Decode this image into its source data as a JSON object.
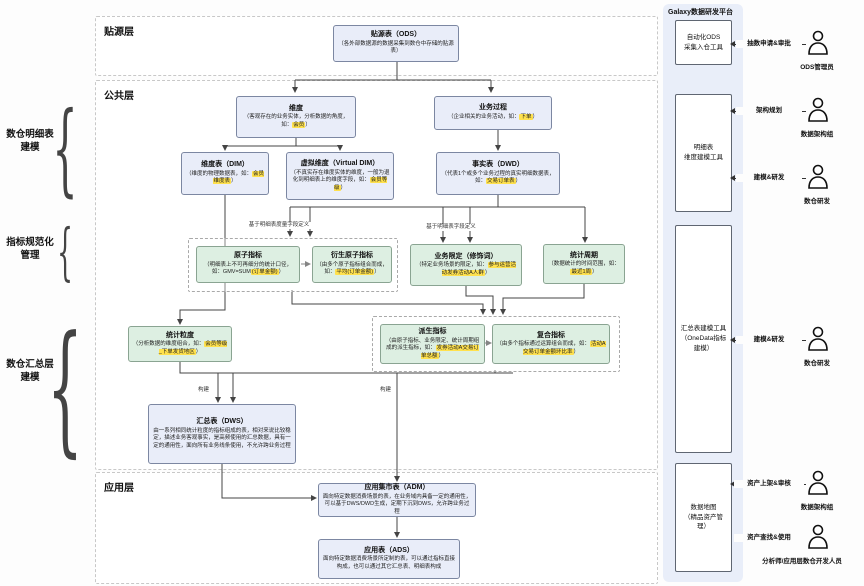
{
  "layers": {
    "tie": "贴源层",
    "common": "公共层",
    "app": "应用层"
  },
  "rail": {
    "groups": [
      {
        "label": "数仓明细表\n建模"
      },
      {
        "label": "指标规范化\n管理"
      },
      {
        "label": "数仓汇总层\n建模"
      }
    ]
  },
  "nodes": {
    "ods": {
      "title": "贴源表（ODS）",
      "desc": [
        {
          "t": "（各外部数据源的数据采集到数仓中存储的贴源表）",
          "h": false
        }
      ]
    },
    "dim": {
      "title": "维度",
      "desc": [
        {
          "t": "（客观存在的业务实体，分析数据的角度，如：",
          "h": false
        },
        {
          "t": "会员",
          "h": true
        },
        {
          "t": "）",
          "h": false
        }
      ]
    },
    "process": {
      "title": "业务过程",
      "desc": [
        {
          "t": "（企业相关的业务活动，如：",
          "h": false
        },
        {
          "t": "下单",
          "h": true
        },
        {
          "t": "）",
          "h": false
        }
      ]
    },
    "dim_table": {
      "title": "维度表（DIM）",
      "desc": [
        {
          "t": "（维度的物理数据表，如：",
          "h": false
        },
        {
          "t": "会员维度表",
          "h": true
        },
        {
          "t": "）",
          "h": false
        }
      ]
    },
    "virtual_dim": {
      "title": "虚拟维度（Virtual DIM）",
      "desc": [
        {
          "t": "（不真实存在维度实体的维度，一般为退化到明细表上的维度字段，如：",
          "h": false
        },
        {
          "t": "会员等级",
          "h": true
        },
        {
          "t": "）",
          "h": false
        }
      ]
    },
    "fact": {
      "title": "事实表（DWD）",
      "desc": [
        {
          "t": "（代表1个或多个业务过程的真实明细数据表，如：",
          "h": false
        },
        {
          "t": "交易订单表",
          "h": true
        },
        {
          "t": "）",
          "h": false
        }
      ]
    },
    "atomic": {
      "title": "原子指标",
      "desc": [
        {
          "t": "（明细表上不可再细分的统计口径，如：GMV=SUM",
          "h": false
        },
        {
          "t": "(订单金额)",
          "h": true
        },
        {
          "t": "）",
          "h": false
        }
      ]
    },
    "derived_atomic": {
      "title": "衍生原子指标",
      "desc": [
        {
          "t": "（由多个原子指标组合而成，如：",
          "h": false
        },
        {
          "t": "平均(订单金额)",
          "h": true
        },
        {
          "t": "）",
          "h": false
        }
      ]
    },
    "biz_limit": {
      "title": "业务限定（修饰词）",
      "desc": [
        {
          "t": "（特定业务场景的限定，如：",
          "h": false
        },
        {
          "t": "参与运营活动发券活动A人群",
          "h": true
        },
        {
          "t": "）",
          "h": false
        }
      ]
    },
    "stat_period": {
      "title": "统计周期",
      "desc": [
        {
          "t": "（数据统计的时间范围，如：",
          "h": false
        },
        {
          "t": "最近1周",
          "h": true
        },
        {
          "t": "）",
          "h": false
        }
      ]
    },
    "stat_grain": {
      "title": "统计粒度",
      "desc": [
        {
          "t": "（分析数据的维度组合，如：",
          "h": false
        },
        {
          "t": "会员等级_下单发货地区",
          "h": true
        },
        {
          "t": "）",
          "h": false
        }
      ]
    },
    "derived": {
      "title": "派生指标",
      "desc": [
        {
          "t": "（由原子指标、业务限定、统计周期组成的派生指标，如：",
          "h": false
        },
        {
          "t": "发券活动A交易订单总额",
          "h": true
        },
        {
          "t": "）",
          "h": false
        }
      ]
    },
    "composite": {
      "title": "复合指标",
      "desc": [
        {
          "t": "（由多个指标通过运算组合而成，如：",
          "h": false
        },
        {
          "t": "活动A交易订单金额环比率",
          "h": true
        },
        {
          "t": "）",
          "h": false
        }
      ]
    },
    "dws": {
      "title": "汇总表（DWS）",
      "desc": [
        {
          "t": "由一系列相同统计粒度的指标组成的表，相对来说比较稳定，描述业务客观事实，是高频使用的汇总数据，具有一定的通用性，面向所有业务线条使用，不允许跨业务过程",
          "h": false
        }
      ]
    },
    "adm": {
      "title": "应用集市表（ADM）",
      "desc": [
        {
          "t": "面向特定数据消费场景的表，在业务域内具备一定的通用性，可以基于DWS/DWD生成，定期下沉到DWS，允许跨业务过程",
          "h": false
        }
      ]
    },
    "ads": {
      "title": "应用表（ADS）",
      "desc": [
        {
          "t": "面向特定数据消费场景所定制的表，可以通过指标直接构成，也可以通过其它汇总表、明细表构成",
          "h": false
        }
      ]
    }
  },
  "edge_labels": {
    "measure_def": "基于明细表度量字段定义",
    "field_def": "基于明细表字段定义",
    "build1": "构建",
    "build2": "构建"
  },
  "platform": {
    "title": "Galaxy数据研发平台",
    "tools": [
      {
        "label": "自动化ODS\n采集入仓工具"
      },
      {
        "label": "明细表\n维度建模工具"
      },
      {
        "label": "汇总表建模工具\n（OneData指标\n建模）"
      },
      {
        "label": "数据地图\n（精品资产管\n理）"
      }
    ]
  },
  "actors": [
    {
      "action": "抽数申请&审批",
      "role": "ODS管理员"
    },
    {
      "action": "架构规划",
      "role": "数据架构组"
    },
    {
      "action": "建模&研发",
      "role": "数仓研发"
    },
    {
      "action": "建模&研发",
      "role": "数仓研发"
    },
    {
      "action": "资产上架&审核",
      "role": "数据架构组"
    },
    {
      "action": "资产查找&使用",
      "role": "分析师/应用层数仓开发人员"
    }
  ],
  "colors": {
    "blue_box": "#e9edf9",
    "green_box": "#ddefe2",
    "highlight": "#ffe14d",
    "panel": "#e9eef9"
  }
}
